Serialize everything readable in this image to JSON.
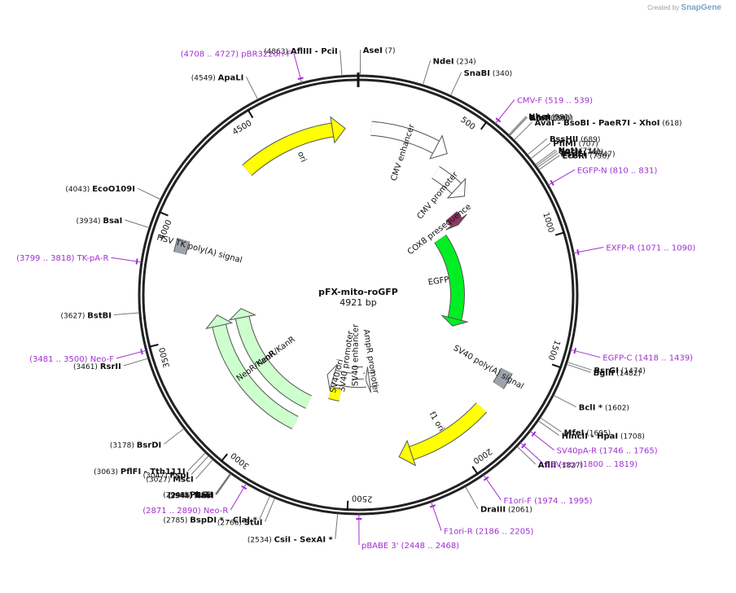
{
  "credit": {
    "prefix": "Created by",
    "brand": "SnapGene"
  },
  "plasmid": {
    "name": "pFX-mito-roGFP",
    "length_label": "4921 bp",
    "length": 4921
  },
  "colors": {
    "primer": "#a02fd0",
    "enzyme": "#111111",
    "backbone": "#222222"
  },
  "ticks": [
    {
      "pos": 500,
      "label": "500"
    },
    {
      "pos": 1000,
      "label": "1000"
    },
    {
      "pos": 1500,
      "label": "1500"
    },
    {
      "pos": 2000,
      "label": "2000"
    },
    {
      "pos": 2500,
      "label": "2500"
    },
    {
      "pos": 3000,
      "label": "3000"
    },
    {
      "pos": 3500,
      "label": "3500"
    },
    {
      "pos": 4000,
      "label": "4000"
    },
    {
      "pos": 4500,
      "label": "4500"
    }
  ],
  "features": [
    {
      "name": "CMV enhancer",
      "start": 61,
      "end": 440,
      "color": "#ffffff",
      "kind": "arrow"
    },
    {
      "name": "CMV promoter",
      "start": 441,
      "end": 644,
      "color": "#ffffff",
      "kind": "arrow"
    },
    {
      "name": "COX8 presequence",
      "start": 680,
      "end": 752,
      "color": "#993366",
      "kind": "arrow"
    },
    {
      "name": "EGFP",
      "start": 760,
      "end": 1480,
      "color": "#00ee22",
      "kind": "arrow"
    },
    {
      "name": "SV40 poly(A) signal",
      "start": 1600,
      "end": 1680,
      "color": "#9ca3ab",
      "kind": "box"
    },
    {
      "name": "f1 ori",
      "start": 1810,
      "end": 2267,
      "color": "#ffff00",
      "kind": "arrow"
    },
    {
      "name": "AmpR promoter",
      "start": 2287,
      "end": 2391,
      "color": "#ffffff",
      "kind": "arrow"
    },
    {
      "name": "SV40 promoter",
      "start": 2392,
      "end": 2750,
      "color": "#ffffff",
      "kind": "arrow"
    },
    {
      "name": "SV40 enhancer",
      "start": 2410,
      "end": 2520,
      "color": "#ffffff",
      "kind": "box"
    },
    {
      "name": "SV40 ori",
      "start": 2600,
      "end": 2680,
      "color": "#ffff00",
      "kind": "box"
    },
    {
      "name": "NeoR/KanR",
      "start": 2800,
      "end": 3600,
      "color": "#ccffcc",
      "kind": "arrow"
    },
    {
      "name": "NeoR/KanR",
      "start": 2820,
      "end": 3580,
      "color": "#ccffcc",
      "kind": "arrow"
    },
    {
      "name": "HSV TK poly(A) signal",
      "start": 3870,
      "end": 3930,
      "color": "#9ca3ab",
      "kind": "box"
    },
    {
      "name": "ori",
      "start": 4350,
      "end": 4860,
      "color": "#ffff00",
      "kind": "arrow"
    }
  ],
  "enzymes": [
    {
      "name": "AflIII",
      "suffix": " - PciI",
      "pos": "(4863)",
      "at": 4863
    },
    {
      "name": "AseI",
      "suffix": "",
      "pos": "(7)",
      "at": 7
    },
    {
      "name": "NdeI",
      "suffix": "",
      "pos": "(234)",
      "at": 234
    },
    {
      "name": "SnaBI",
      "suffix": "",
      "pos": "(340)",
      "at": 340
    },
    {
      "name": "ApaLI",
      "suffix": "",
      "pos": "(4549)",
      "at": 4549
    },
    {
      "name": "NheI",
      "suffix": "",
      "pos": "(591)",
      "at": 591
    },
    {
      "name": "BmtI",
      "suffix": "",
      "pos": "(595)",
      "at": 595
    },
    {
      "name": "AfeI",
      "suffix": "",
      "pos": "(596)",
      "at": 596
    },
    {
      "name": "AvaI",
      "suffix": " - BsoBI  - PaeR7I  - XhoI",
      "pos": "(618)",
      "at": 618
    },
    {
      "name": "BssHII",
      "suffix": "",
      "pos": "(689)",
      "at": 689
    },
    {
      "name": "PflMI",
      "suffix": "",
      "pos": "(707)",
      "at": 707
    },
    {
      "name": "NotI",
      "suffix": "",
      "pos": "(734)",
      "at": 734
    },
    {
      "name": "SacII",
      "suffix": "",
      "pos": "(740)",
      "at": 740
    },
    {
      "name": "BspEI *",
      "suffix": "",
      "pos": "(747)",
      "at": 747
    },
    {
      "name": "EcoRI",
      "suffix": "",
      "pos": "(756)",
      "at": 756
    },
    {
      "name": "EcoO109I",
      "suffix": "",
      "pos": "(4043)",
      "at": 4043
    },
    {
      "name": "BsaI",
      "suffix": "",
      "pos": "(3934)",
      "at": 3934
    },
    {
      "name": "BstBI",
      "suffix": "",
      "pos": "(3627)",
      "at": 3627
    },
    {
      "name": "RsrII",
      "suffix": "",
      "pos": "(3461)",
      "at": 3461
    },
    {
      "name": "BsrGI",
      "suffix": "",
      "pos": "(1474)",
      "at": 1474
    },
    {
      "name": "BglII",
      "suffix": "",
      "pos": "(1482)",
      "at": 1482
    },
    {
      "name": "BclI *",
      "suffix": "",
      "pos": "(1602)",
      "at": 1602
    },
    {
      "name": "MfeI",
      "suffix": "",
      "pos": "(1695)",
      "at": 1695
    },
    {
      "name": "HincII",
      "suffix": " - HpaI",
      "pos": "(1708)",
      "at": 1708
    },
    {
      "name": "AflII",
      "suffix": "",
      "pos": "(1827)",
      "at": 1827
    },
    {
      "name": "DraIII",
      "suffix": "",
      "pos": "(2061)",
      "at": 2061
    },
    {
      "name": "BsrDI",
      "suffix": "",
      "pos": "(3178)",
      "at": 3178
    },
    {
      "name": "PflFI",
      "suffix": " - Tth111I",
      "pos": "(3063)",
      "at": 3063
    },
    {
      "name": "FspI",
      "suffix": "",
      "pos": "(3047)",
      "at": 3047
    },
    {
      "name": "MscI",
      "suffix": "",
      "pos": "(3027)",
      "at": 3027
    },
    {
      "name": "PluTI",
      "suffix": "",
      "pos": "(2948)",
      "at": 2948
    },
    {
      "name": "SfoI",
      "suffix": "",
      "pos": "(2946)",
      "at": 2946
    },
    {
      "name": "NarI",
      "suffix": "",
      "pos": "(2945)",
      "at": 2945
    },
    {
      "name": "KasI",
      "suffix": "",
      "pos": "(2944)",
      "at": 2944
    },
    {
      "name": "BspDI *",
      "suffix": " - ClaI *",
      "pos": "(2785)",
      "at": 2785
    },
    {
      "name": "StuI",
      "suffix": "",
      "pos": "(2766)",
      "at": 2766
    },
    {
      "name": "CsiI",
      "suffix": " - SexAI *",
      "pos": "(2534)",
      "at": 2534
    }
  ],
  "primers": [
    {
      "name": "pBR322ori-F",
      "range": "(4708 .. 4727)",
      "at": 4717
    },
    {
      "name": "CMV-F",
      "range": "(519 .. 539)",
      "at": 529
    },
    {
      "name": "EGFP-N",
      "range": "(810 .. 831)",
      "at": 820
    },
    {
      "name": "EXFP-R",
      "range": "(1071 .. 1090)",
      "at": 1080
    },
    {
      "name": "TK-pA-R",
      "range": "(3799 .. 3818)",
      "at": 3808
    },
    {
      "name": "EGFP-C",
      "range": "(1418 .. 1439)",
      "at": 1428
    },
    {
      "name": "Neo-F",
      "range": "(3481 .. 3500)",
      "at": 3490
    },
    {
      "name": "SV40pA-R",
      "range": "(1746 .. 1765)",
      "at": 1755
    },
    {
      "name": "EBV-rev",
      "range": "(1800 .. 1819)",
      "at": 1809
    },
    {
      "name": "F1ori-F",
      "range": "(1974 .. 1995)",
      "at": 1984
    },
    {
      "name": "F1ori-R",
      "range": "(2186 .. 2205)",
      "at": 2195
    },
    {
      "name": "pBABE 3'",
      "range": "(2448 .. 2468)",
      "at": 2458
    },
    {
      "name": "Neo-R",
      "range": "(2871 .. 2890)",
      "at": 2880
    }
  ]
}
